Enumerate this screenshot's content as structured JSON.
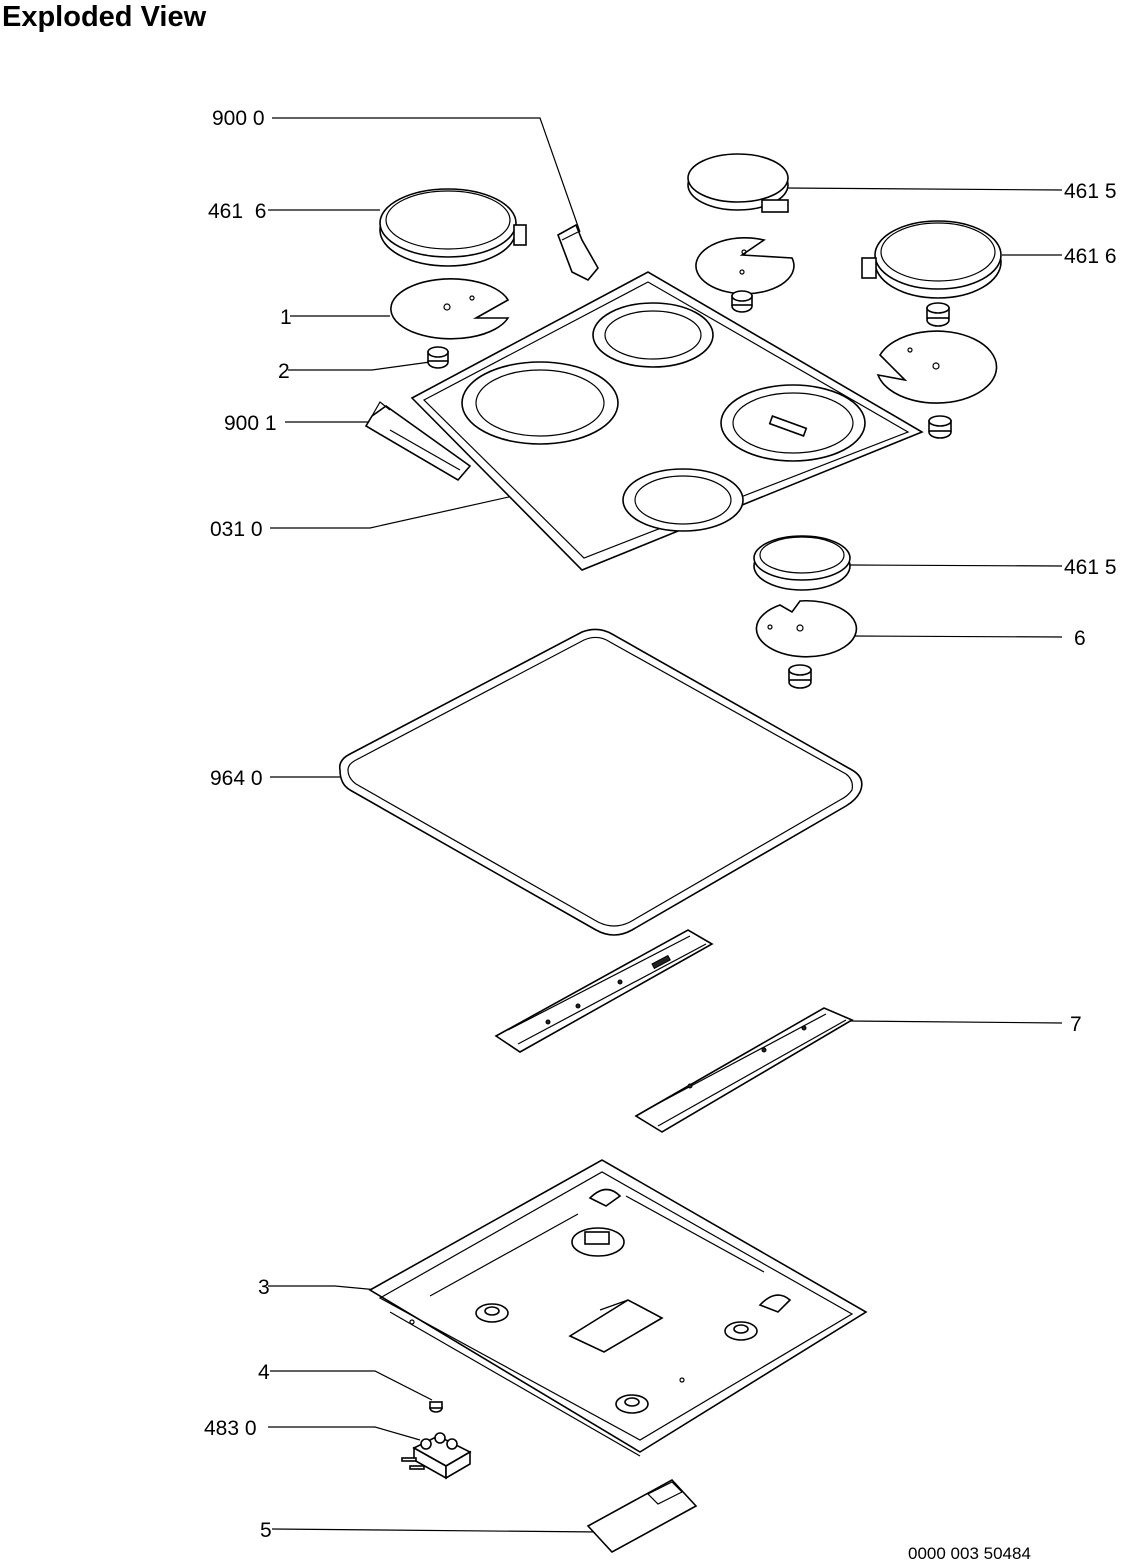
{
  "title": "Exploded View",
  "document_number": "0000 003 50484",
  "callouts": {
    "c9000": "900 0",
    "c4616_left": "461  6",
    "c1": "1",
    "c2": "2",
    "c9001": "900 1",
    "c0310": "031 0",
    "c9640": "964 0",
    "c3": "3",
    "c4": "4",
    "c4830": "483 0",
    "c5": "5",
    "c4615_top": "461 5",
    "c4616_right": "461 6",
    "c4615_mid": "461 5",
    "c6": "6",
    "c7": "7"
  }
}
